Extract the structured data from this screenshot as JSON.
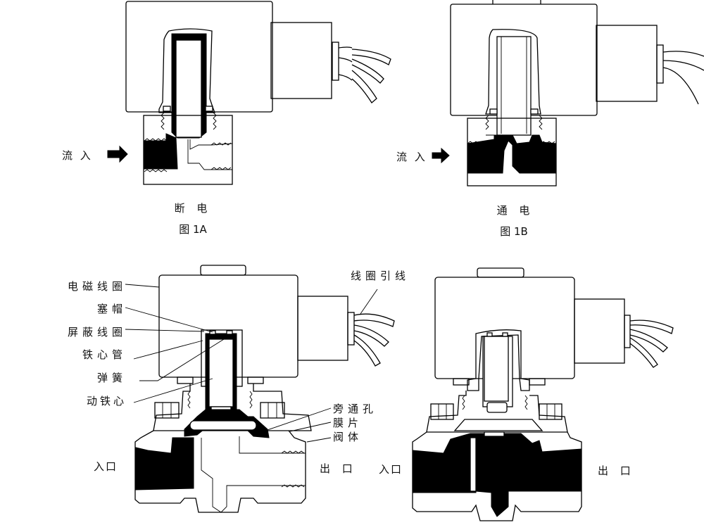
{
  "figure_1a": {
    "flow_label": "流 入",
    "state_label": "断 电",
    "caption": "图 1A",
    "arrow_icon": "right-arrow"
  },
  "figure_1b": {
    "flow_label": "流 入",
    "state_label": "通 电",
    "caption": "图 1B",
    "arrow_icon": "right-arrow"
  },
  "figure_2_left": {
    "parts": [
      {
        "label": "电磁线圈"
      },
      {
        "label": "塞帽"
      },
      {
        "label": "屏蔽线圈"
      },
      {
        "label": "铁心管"
      },
      {
        "label": "弹簧"
      },
      {
        "label": "动铁心"
      }
    ],
    "right_parts": [
      {
        "label": "旁通孔"
      },
      {
        "label": "膜片"
      },
      {
        "label": "阀体"
      }
    ],
    "lead_wire_label": "线圈引线",
    "inlet_label": "入口",
    "outlet_label": "出 口"
  },
  "figure_2_right": {
    "inlet_label": "入口",
    "outlet_label": "出 口"
  }
}
